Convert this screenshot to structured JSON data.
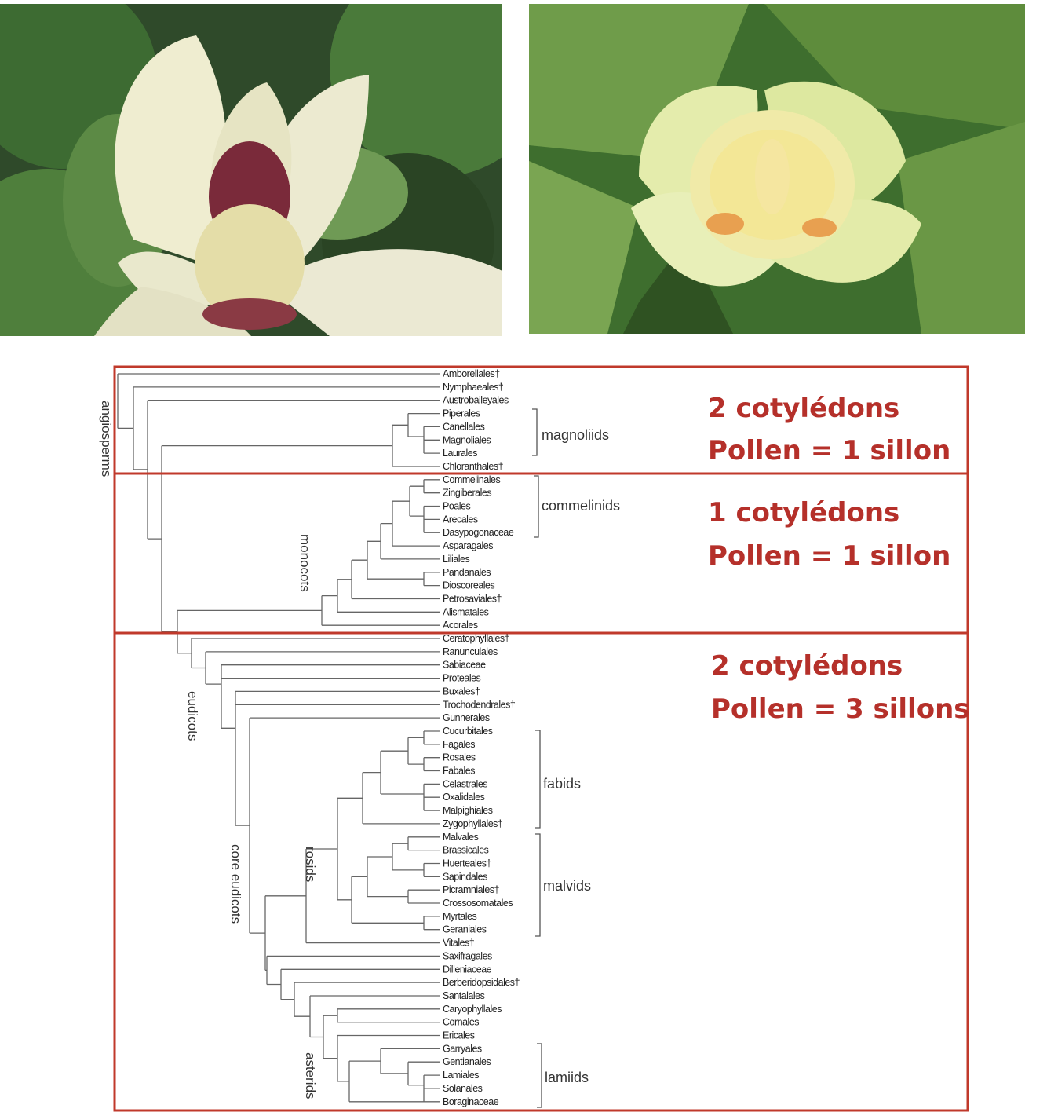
{
  "photos": [
    {
      "subject": "magnolia-flower"
    },
    {
      "subject": "tulip-tree-flower"
    }
  ],
  "colors": {
    "accent": "#c0392b",
    "branch": "#666666",
    "text": "#222222"
  },
  "taxa": [
    "Amborellales†",
    "Nymphaeales†",
    "Austrobaileyales",
    "Piperales",
    "Canellales",
    "Magnoliales",
    "Laurales",
    "Chloranthales†",
    "Commelinales",
    "Zingiberales",
    "Poales",
    "Arecales",
    "Dasypogonaceae",
    "Asparagales",
    "Liliales",
    "Pandanales",
    "Dioscoreales",
    "Petrosaviales†",
    "Alismatales",
    "Acorales",
    "Ceratophyllales†",
    "Ranunculales",
    "Sabiaceae",
    "Proteales",
    "Buxales†",
    "Trochodendrales†",
    "Gunnerales",
    "Cucurbitales",
    "Fagales",
    "Rosales",
    "Fabales",
    "Celastrales",
    "Oxalidales",
    "Malpighiales",
    "Zygophyllales†",
    "Malvales",
    "Brassicales",
    "Huerteales†",
    "Sapindales",
    "Picramniales†",
    "Crossosomatales",
    "Myrtales",
    "Geraniales",
    "Vitales†",
    "Saxifragales",
    "Dilleniaceae",
    "Berberidopsidales†",
    "Santalales",
    "Caryophyllales",
    "Cornales",
    "Ericales",
    "Garryales",
    "Gentianales",
    "Lamiales",
    "Solanales",
    "Boraginaceae"
  ],
  "clades": {
    "magnoliids": "magnoliids",
    "commelinids": "commelinids",
    "fabids": "fabids",
    "malvids": "malvids",
    "lamiids": "lamiids"
  },
  "vertical_labels": {
    "angiosperms": "angiosperms",
    "monocots": "monocots",
    "eudicots": "eudicots",
    "core_eudicots": "core eudicots",
    "rosids": "rosids",
    "asterids": "asterids"
  },
  "notes": [
    {
      "line1": "2 cotylédons",
      "line2": "Pollen = 1 sillon"
    },
    {
      "line1": "1 cotylédons",
      "line2": "Pollen = 1 sillon"
    },
    {
      "line1": "2 cotylédons",
      "line2": "Pollen = 3 sillons"
    }
  ]
}
